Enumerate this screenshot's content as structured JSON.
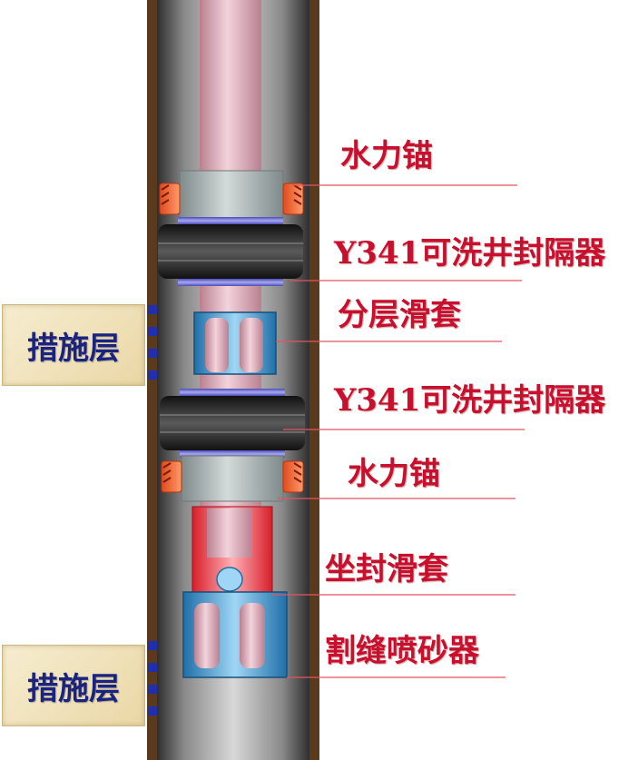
{
  "labels": {
    "anchor_top": "水力锚",
    "packer_top": "Y341可洗井封隔器",
    "layer_sleeve": "分层滑套",
    "packer_bottom": "Y341可洗井封隔器",
    "anchor_bottom": "水力锚",
    "setting_sleeve": "坐封滑套",
    "jet_tool": "割缝喷砂器"
  },
  "zones": {
    "upper": "措施层",
    "lower": "措施层"
  },
  "colors": {
    "casing": "#5a3a1c",
    "tubing": "#e2b4c0",
    "label": "#c8102e",
    "zone_text": "#1a237e",
    "perforation": "#1e2fb0"
  }
}
